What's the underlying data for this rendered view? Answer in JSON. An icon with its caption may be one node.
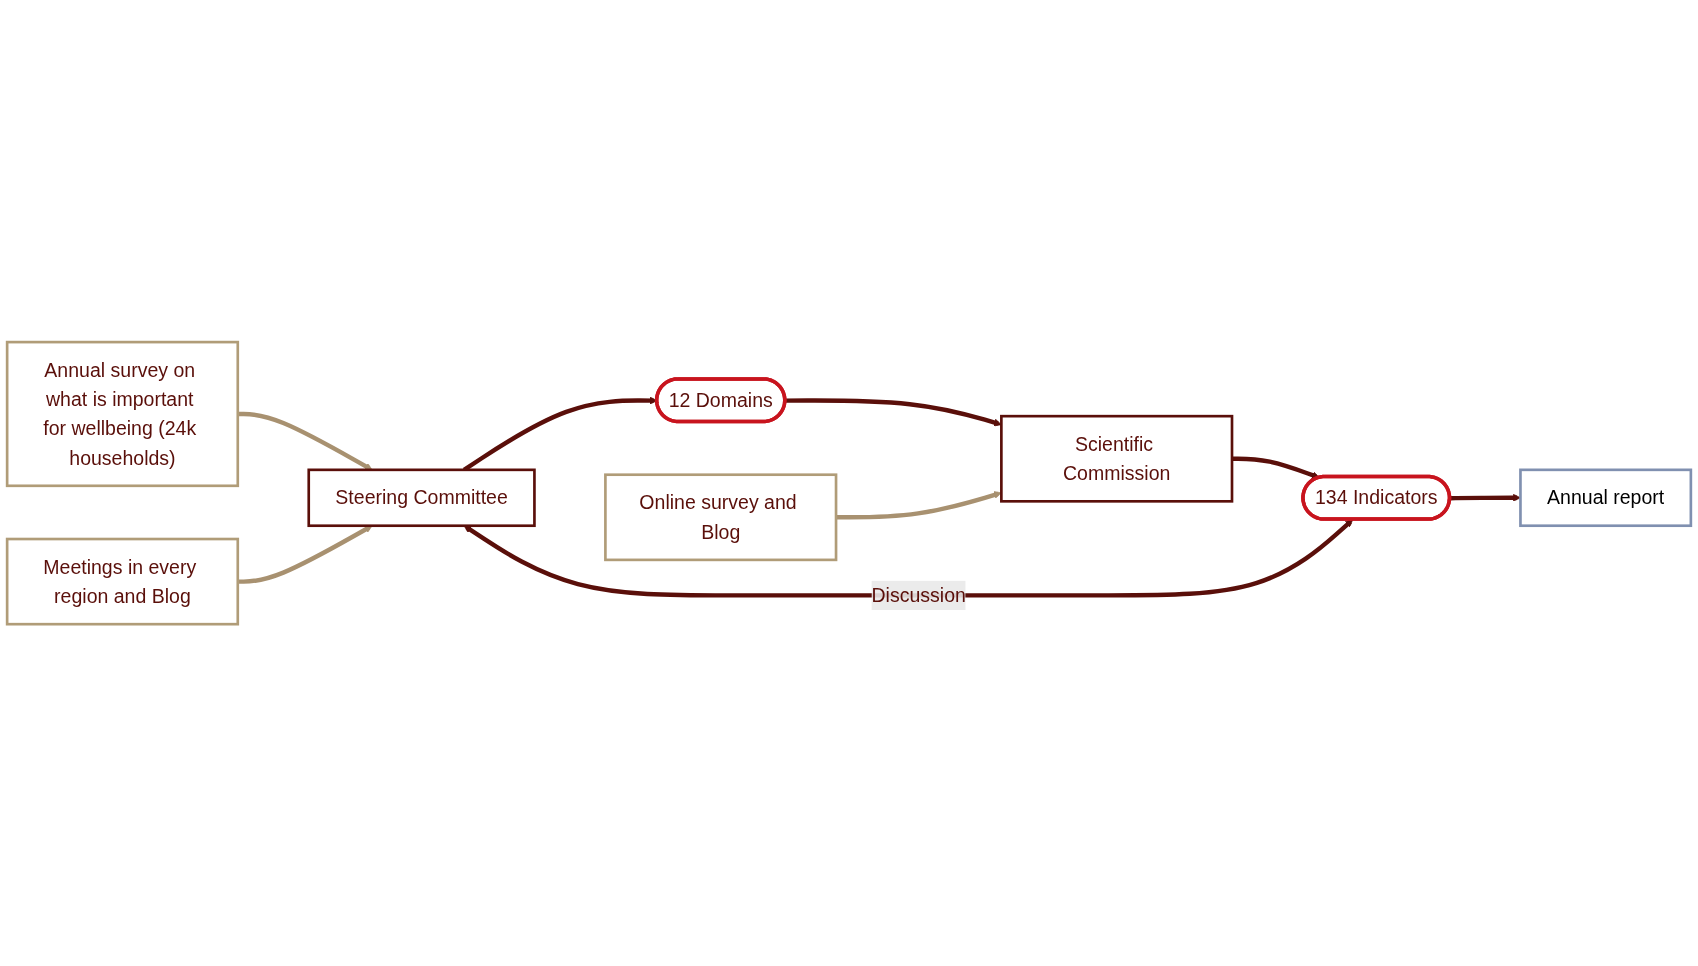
{
  "diagram": {
    "nodes": [
      {
        "text": [
          "Annual survey on what is important for wellbeing (24k households)"
        ]
      },
      {
        "text": [
          "Steering Committee"
        ]
      },
      {
        "text": [
          "12 Domains"
        ]
      },
      {
        "text": [
          "Online survey and Blog"
        ]
      },
      {
        "text": [
          "Scientific Commission"
        ]
      },
      {
        "text": [
          "Meetings in every region and Blog"
        ]
      },
      {
        "text": [
          "134 Indicators"
        ]
      },
      {
        "text": [
          "Annual report"
        ]
      }
    ],
    "edges": [
      {
        "from": 0,
        "to": 1,
        "arrow": "to",
        "color": "#a89170"
      },
      {
        "from": 1,
        "to": 2,
        "arrow": "to"
      },
      {
        "from": 2,
        "to": 4,
        "arrow": "to"
      },
      {
        "from": 3,
        "to": 4,
        "arrow": "to",
        "color": "#a89170"
      },
      {
        "from": 4,
        "to": 6,
        "arrow": "to"
      },
      {
        "from": 6,
        "to": 1,
        "arrow": "both",
        "label": "Discussion"
      },
      {
        "from": 5,
        "to": 1,
        "arrow": "to",
        "color": "#a89170"
      },
      {
        "from": 6,
        "to": 7,
        "arrow": "to"
      }
    ]
  }
}
